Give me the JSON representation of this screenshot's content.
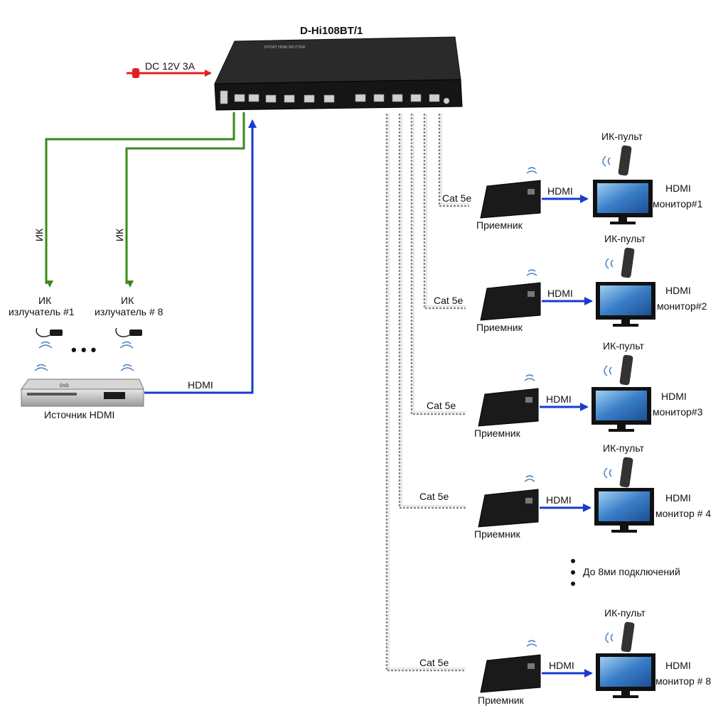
{
  "device": {
    "title": "D-Hi108BT/1",
    "panel_text": "8 PORT HDMI SPLITTER"
  },
  "power": {
    "label": "DC 12V 3A"
  },
  "ir": {
    "line_label": "ИК",
    "emitter_1": {
      "line1": "ИК",
      "line2": "излучатель #1"
    },
    "emitter_8": {
      "line1": "ИК",
      "line2": "излучатель # 8"
    },
    "ellipsis": "• • •"
  },
  "source": {
    "label": "Источник HDMI",
    "link_label": "HDMI",
    "panel_text": "DVD"
  },
  "cable_label": "Cat 5e",
  "receiver_label": "Приемник",
  "hdmi_label": "HDMI",
  "remote_label": "ИК-пульт",
  "monitor_label_top": "HDMI",
  "monitors": [
    {
      "name": "монитор#1"
    },
    {
      "name": "монитор#2"
    },
    {
      "name": "монитор#3"
    },
    {
      "name": "монитор # 4"
    },
    {
      "name": "монитор # 8"
    }
  ],
  "more_note": "До 8ми подключений",
  "colors": {
    "power": "#e02020",
    "ir_line": "#3a8a1a",
    "hdmi_line": "#1a3ad0",
    "device_body": "#1a1a1a",
    "screen": "#3a7ec8"
  }
}
